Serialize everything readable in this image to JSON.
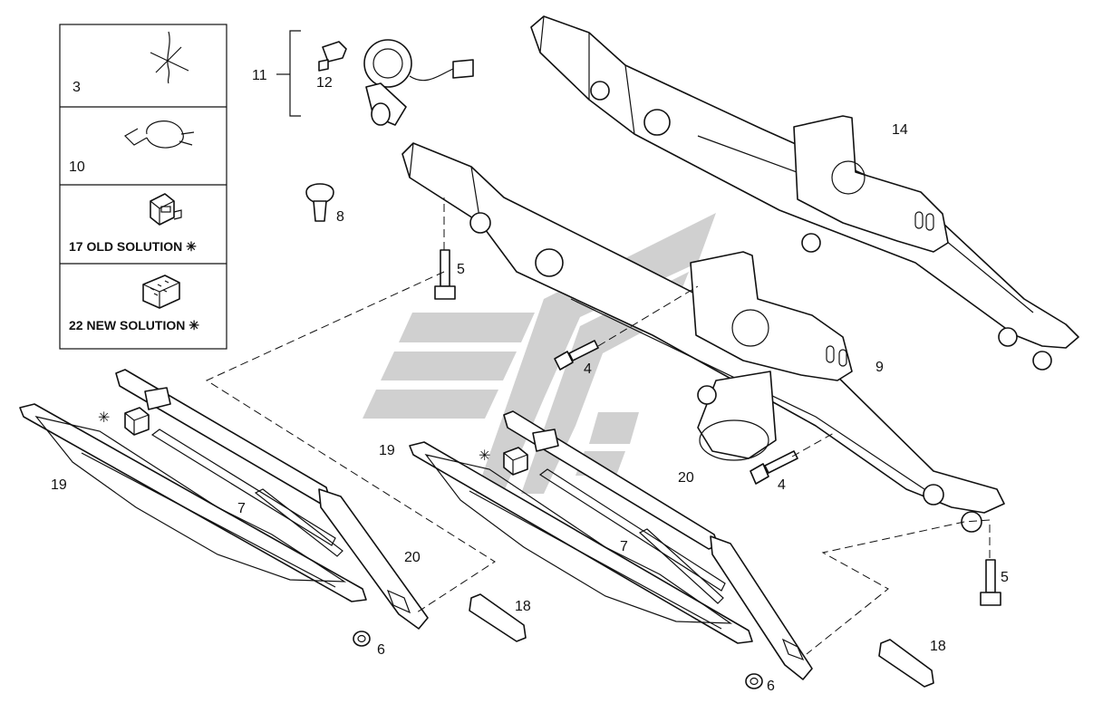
{
  "legend": {
    "rows": [
      {
        "number": "3",
        "label": ""
      },
      {
        "number": "10",
        "label": ""
      },
      {
        "number": "17",
        "label": "OLD SOLUTION",
        "mark": "✳"
      },
      {
        "number": "22",
        "label": "NEW SOLUTION",
        "mark": "✳"
      }
    ]
  },
  "callouts": {
    "c11": "11",
    "c12": "12",
    "c8": "8",
    "c14": "14",
    "c5a": "5",
    "c5b": "5",
    "c4a": "4",
    "c4b": "4",
    "c9": "9",
    "c19a": "19",
    "c19b": "19",
    "c7a": "7",
    "c7b": "7",
    "c20a": "20",
    "c20b": "20",
    "c6a": "6",
    "c6b": "6",
    "c18a": "18",
    "c18b": "18"
  },
  "marks": {
    "star_left": "✳",
    "star_mid": "✳"
  },
  "colors": {
    "line": "#111111",
    "watermark": "#c8c8c8",
    "background": "#ffffff"
  }
}
